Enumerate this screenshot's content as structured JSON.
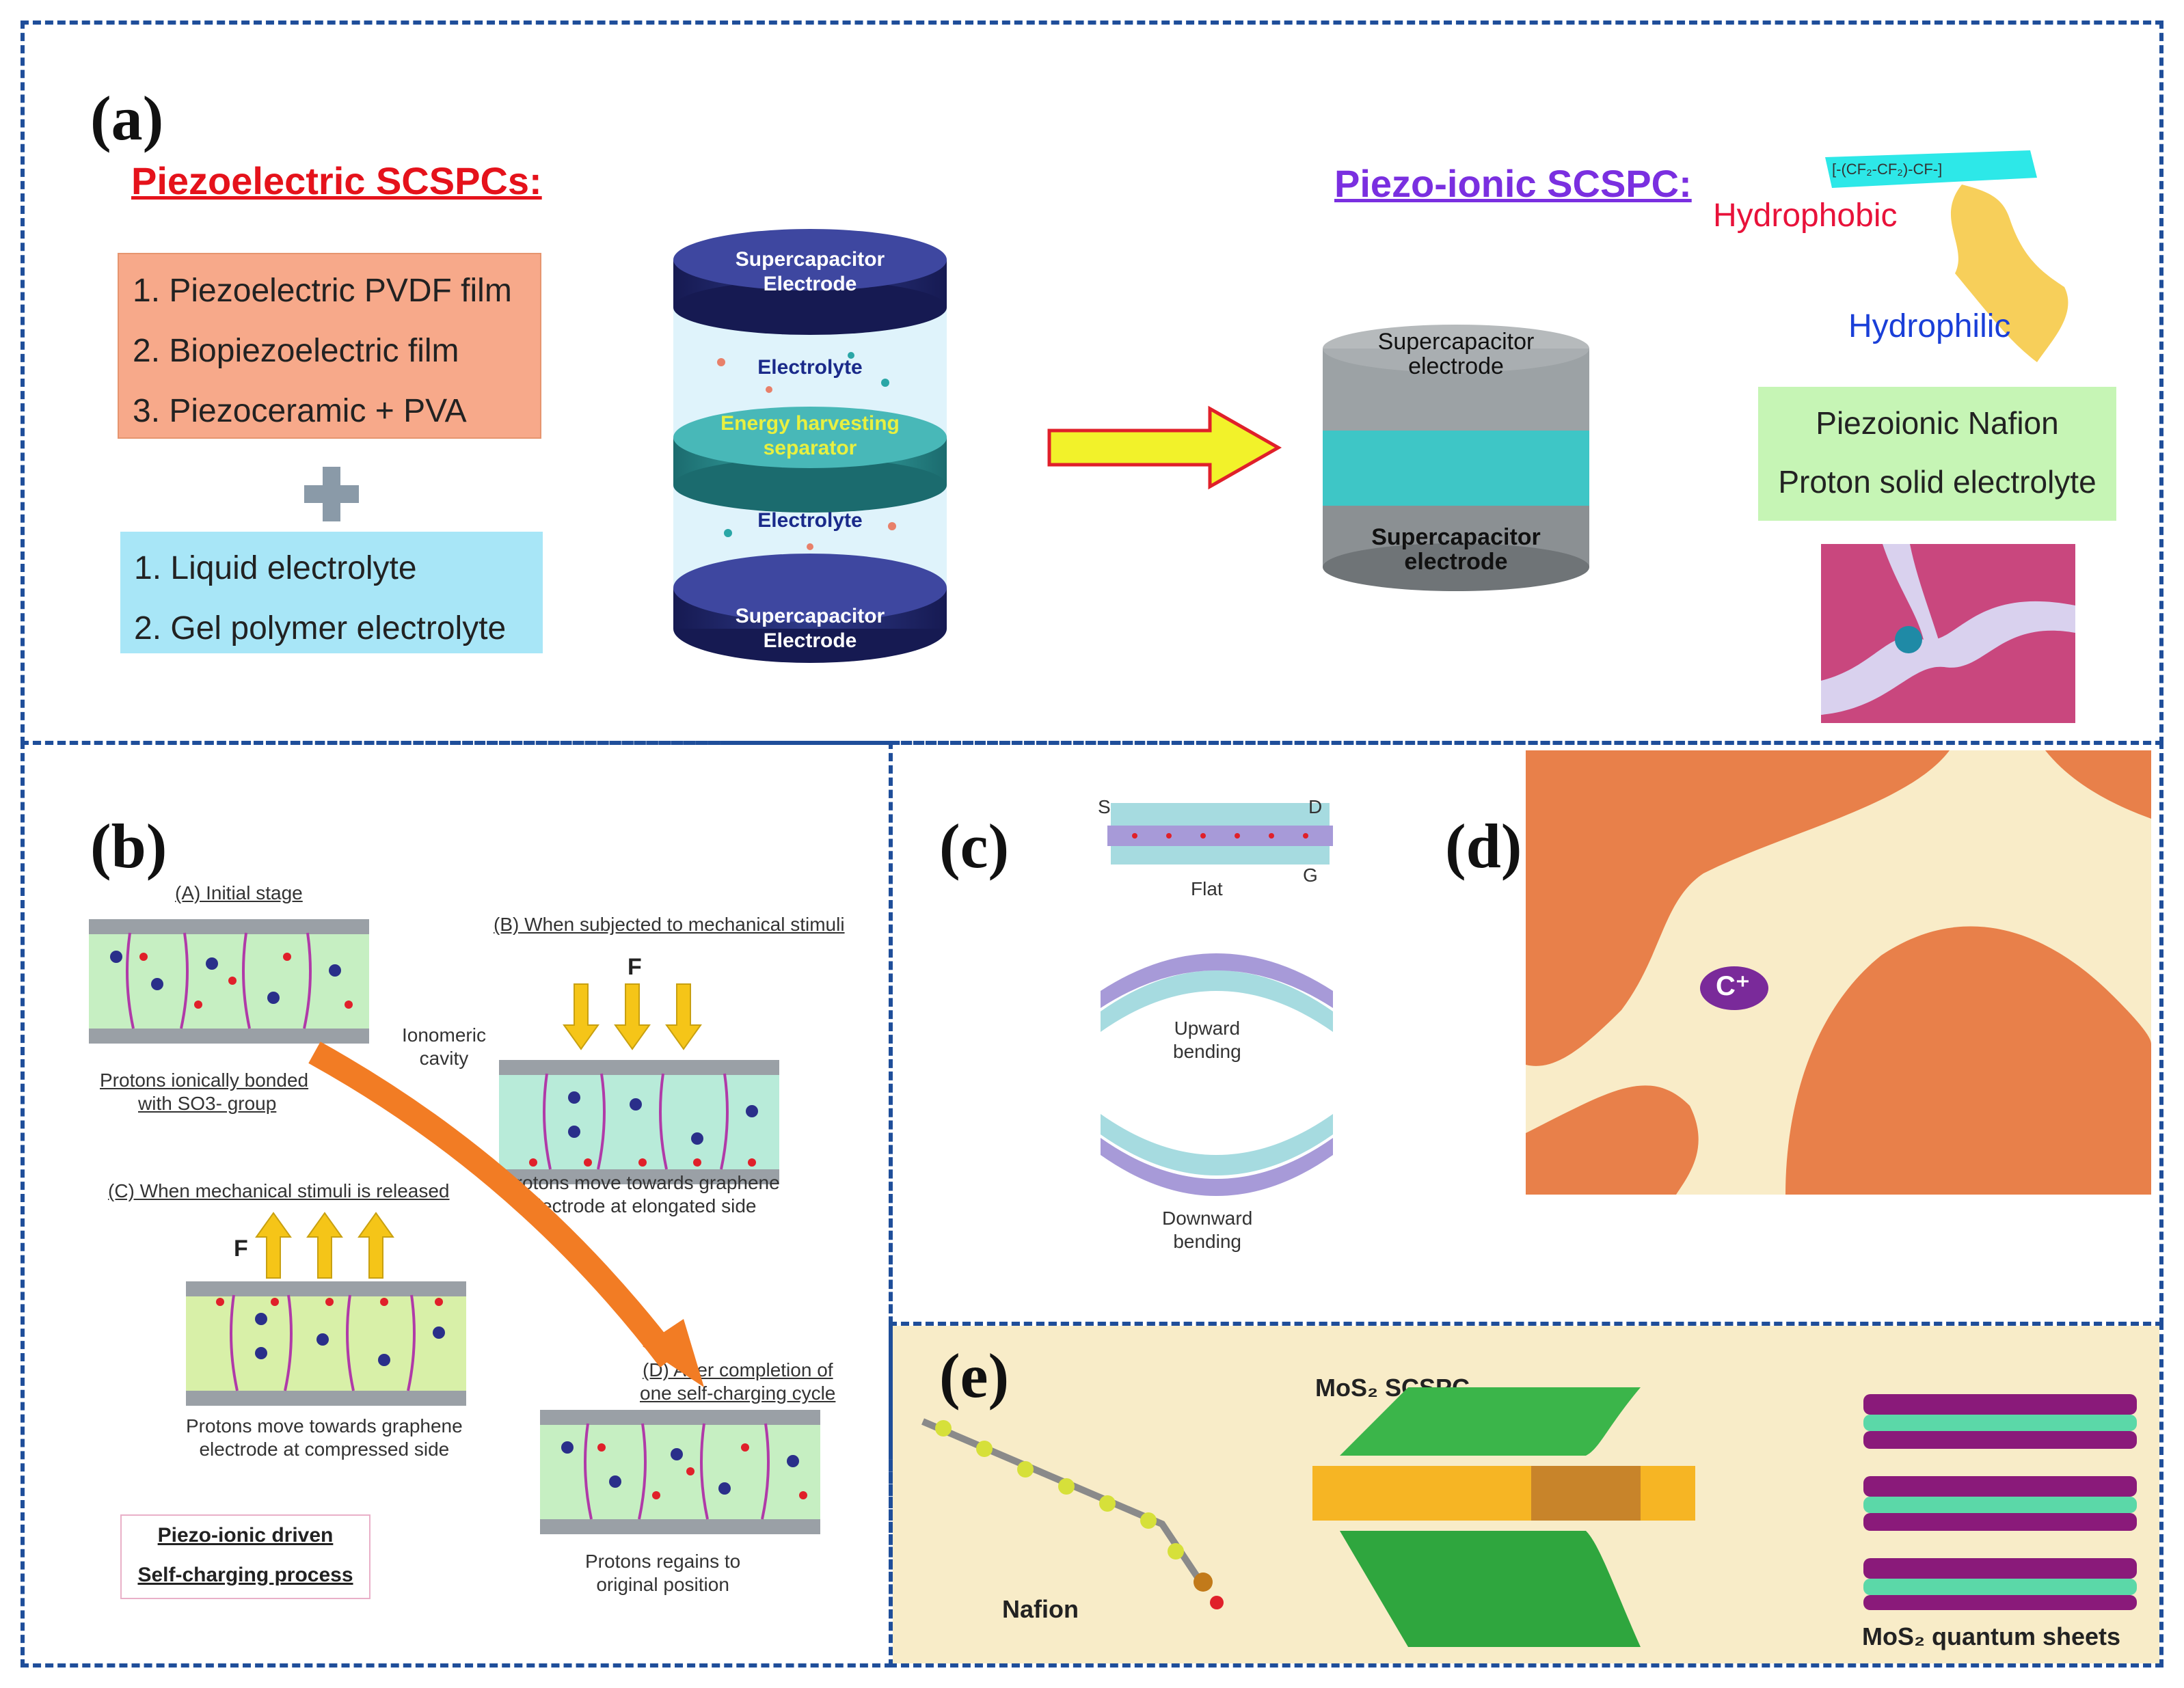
{
  "panel_a": {
    "label": "(a)",
    "left_title": "Piezoelectric SCSPCs:",
    "orange_items": [
      "1.   Piezoelectric PVDF film",
      "2.   Biopiezoelectric film",
      "3.   Piezoceramic + PVA"
    ],
    "blue_items": [
      "1.   Liquid electrolyte",
      "2.   Gel polymer electrolyte"
    ],
    "cylinder1": {
      "top_electrode": "Supercapacitor\nElectrode",
      "electrolyte1": "Electrolyte",
      "separator": "Energy harvesting\nseparator",
      "electrolyte2": "Electrolyte",
      "bottom_electrode": "Supercapacitor\nElectrode"
    },
    "cylinder2": {
      "top": "Supercapacitor\nelectrode",
      "bottom": "Supercapacitor\nelectrode"
    },
    "right_title": "Piezo-ionic SCSPC:",
    "hydrophobic": "Hydrophobic",
    "hydrophilic": "Hydrophilic",
    "nafion_line1": "Piezoionic Nafion",
    "nafion_line2": "Proton solid electrolyte"
  },
  "panel_b": {
    "label": "(b)",
    "stage_a": "(A) Initial stage",
    "stage_b": "(B) When subjected to mechanical stimuli",
    "stage_c": "(C) When mechanical stimuli is released",
    "stage_d_1": "(D) After completion of",
    "stage_d_2": "one self-charging cycle",
    "force": "F",
    "ionomeric": "Ionomeric\ncavity",
    "protons_bonded_1": "Protons ionically bonded",
    "protons_bonded_2": "with SO3- group",
    "cap_b": "Protons move towards graphene\nelectrode at elongated side",
    "cap_c": "Protons move towards graphene\nelectrode at compressed side",
    "cap_d": "Protons regains to\noriginal position",
    "legend_1": "Piezo-ionic driven",
    "legend_2": "Self-charging process"
  },
  "panel_c": {
    "label": "(c)",
    "s": "S",
    "d": "D",
    "g": "G",
    "flat": "Flat",
    "upward": "Upward\nbending",
    "downward": "Downward\nbending"
  },
  "panel_d": {
    "label": "(d)",
    "cation": "C⁺"
  },
  "panel_e": {
    "label": "(e)",
    "nafion": "Nafion",
    "scspc": "MoS₂ SCSPC",
    "sheets": "MoS₂ quantum sheets"
  },
  "colors": {
    "border": "#1f4e9a",
    "red_title": "#e5121b",
    "purple_title": "#7a2fe0",
    "orange_box": "#f7a98a",
    "blue_box": "#a8e6f7",
    "green_box": "#c6f5b5",
    "panel_d_orange": "#e8804a",
    "panel_e_bg": "#f8ecc8"
  }
}
